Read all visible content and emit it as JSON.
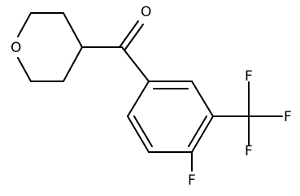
{
  "molecule": {
    "atoms": {
      "ring_oxygen": "O",
      "carbonyl_oxygen": "O",
      "aryl_fluorine": "F",
      "cf3_fluorine_top": "F",
      "cf3_fluorine_right": "F",
      "cf3_fluorine_bottom": "F"
    }
  },
  "colors": {
    "bond": "#000000",
    "background": "#ffffff"
  }
}
